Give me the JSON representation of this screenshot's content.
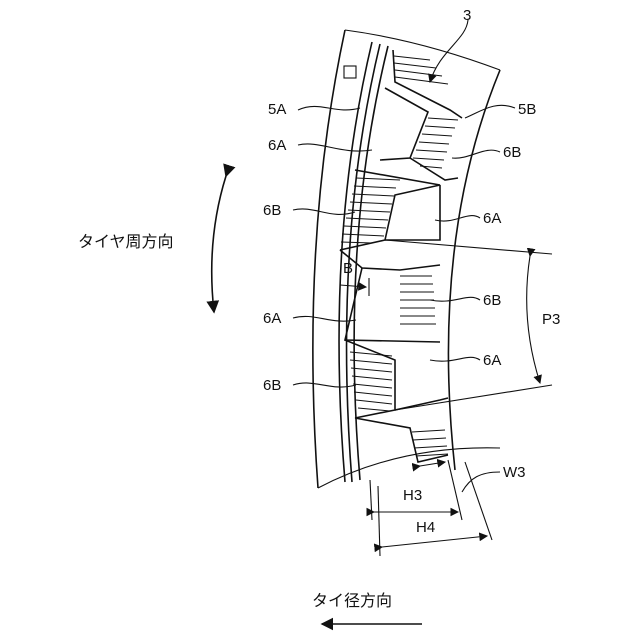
{
  "labels": {
    "ref_3": "3",
    "5A": "5A",
    "5B": "5B",
    "6A": "6A",
    "6B": "6B",
    "B": "B",
    "P3": "P3",
    "W3": "W3",
    "H3": "H3",
    "H4": "H4"
  },
  "directions": {
    "circumferential": "タイヤ周方向",
    "radial": "タイ径方向"
  }
}
